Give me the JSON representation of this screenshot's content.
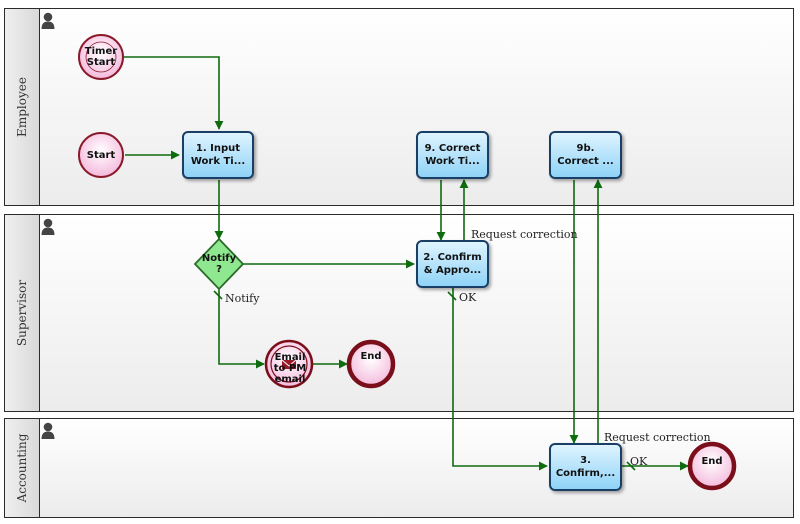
{
  "lanes": [
    {
      "id": "employee",
      "title": "Employee"
    },
    {
      "id": "supervisor",
      "title": "Supervisor"
    },
    {
      "id": "accounting",
      "title": "Accounting"
    }
  ],
  "events": {
    "timer_start": "Timer\nStart",
    "start": "Start",
    "end_supervisor": "End",
    "end_accounting": "End"
  },
  "tasks": {
    "input_work_time": "1. Input\nWork Ti...",
    "confirm_approve": "2. Confirm\n& Appro...",
    "correct_work_time": "9. Correct\nWork Ti...",
    "correct_9b": "9b.\nCorrect ...",
    "confirm_accounting": "3.\nConfirm,..."
  },
  "gateway": {
    "label": "Notify\n?"
  },
  "email_event": {
    "label": "Email\nto PM\nemail"
  },
  "edge_labels": {
    "notify": "Notify",
    "ok_supervisor": "OK",
    "request_correction_supervisor": "Request correction",
    "request_correction_accounting": "Request correction",
    "ok_accounting": "OK"
  },
  "colors": {
    "flow": "#0e6b0e",
    "event_fill": "#f8cbe4",
    "end_border": "#7a0e1a",
    "task_border": "#1a3f66",
    "gateway_fill": "#8fe88f"
  }
}
